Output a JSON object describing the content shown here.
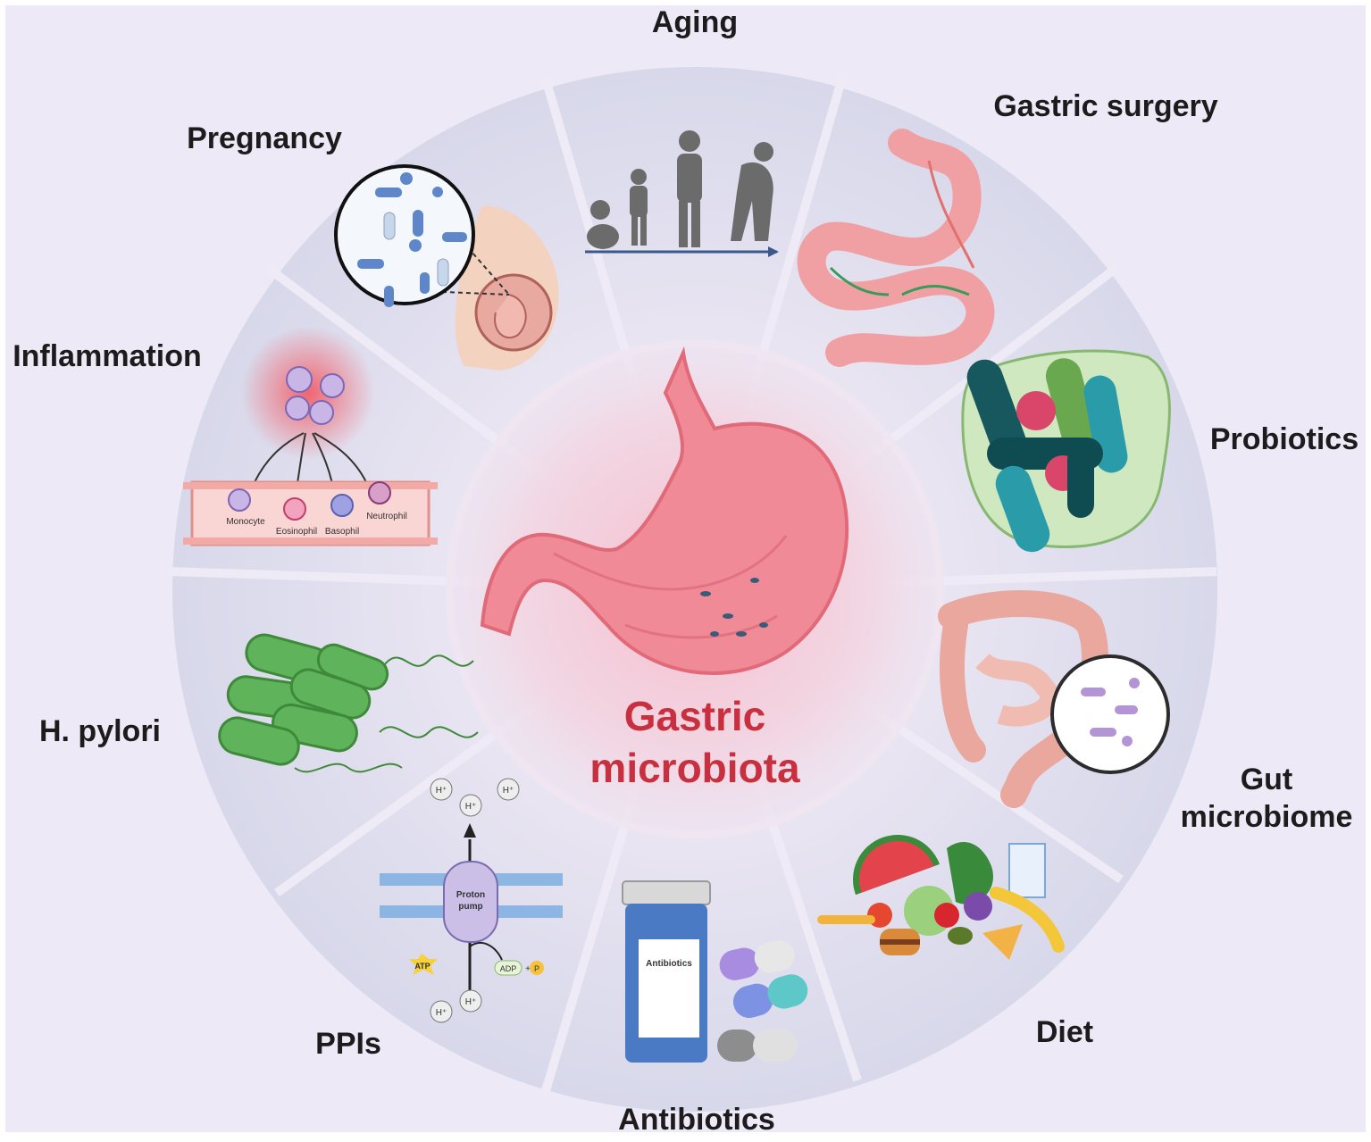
{
  "center": {
    "line1": "Gastric",
    "line2": "microbiota"
  },
  "factors": {
    "aging": "Aging",
    "gastric_surgery": "Gastric surgery",
    "probiotics": "Probiotics",
    "gut_microbiome_line1": "Gut",
    "gut_microbiome_line2": "microbiome",
    "diet": "Diet",
    "antibiotics": "Antibiotics",
    "ppis": "PPIs",
    "h_pylori": "H. pylori",
    "inflammation": "Inflammation",
    "pregnancy": "Pregnancy"
  },
  "inflammation_cells": {
    "monocyte": "Monocyte",
    "eosinophil": "Eosinophil",
    "basophil": "Basophil",
    "neutrophil": "Neutrophil"
  },
  "ppi_labels": {
    "pump_line1": "Proton",
    "pump_line2": "pump",
    "atp": "ATP",
    "adp": "ADP",
    "plus": "+",
    "phosphate": "P",
    "hydrogen": "H⁺"
  },
  "antibiotics_bottle": "Antibiotics",
  "colors": {
    "background": "#ede9f6",
    "wheel": "#dcdcee",
    "wedge_light": "#e6e5f3",
    "stomach": "#f08a96",
    "center_title": "#c8303f",
    "h_pylori": "#5fb35a"
  }
}
